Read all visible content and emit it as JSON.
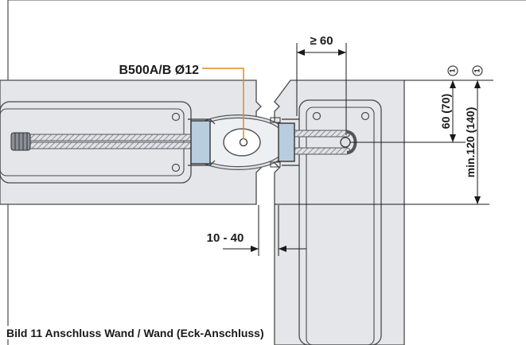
{
  "labels": {
    "rebar": "B500A/B Ø12",
    "gap_top": "≥ 60",
    "gap_bottom": "10 - 40",
    "dim_inner": "60 (70)",
    "dim_outer": "min.120 (140)",
    "marker_1": "1",
    "marker_2": "1"
  },
  "caption": "Bild 11  Anschluss Wand / Wand (Eck-Anschluss)",
  "colors": {
    "panel_fill": "#e4e6ea",
    "frame": "#4a4a4a",
    "leader": "#e08a1e",
    "dim_line": "#1a1a1a",
    "loop_fill": "#b9cde0"
  }
}
